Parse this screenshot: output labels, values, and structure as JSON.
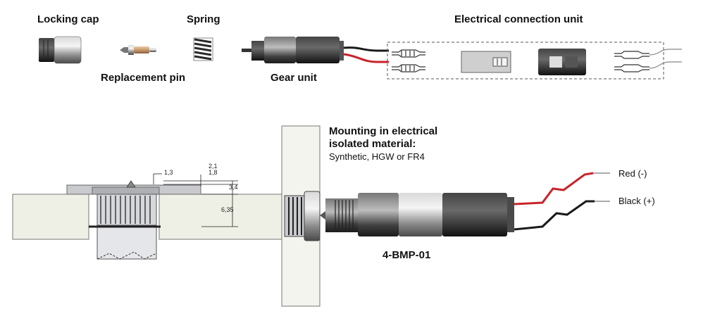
{
  "parts": {
    "locking_cap": "Locking cap",
    "spring": "Spring",
    "replacement_pin": "Replacement pin",
    "gear_unit": "Gear unit",
    "electrical_connection_unit": "Electrical connection unit"
  },
  "cross_section": {
    "dim_1": "1,3",
    "dim_2a": "2,1",
    "dim_2b": "1,8",
    "dim_3": "3,4",
    "dim_4": "6,35"
  },
  "mounting": {
    "title_line1": "Mounting in electrical",
    "title_line2": "isolated material:",
    "materials": "Synthetic, HGW or FR4",
    "red_wire": "Red (-)",
    "black_wire": "Black (+)",
    "model": "4-BMP-01"
  },
  "colors": {
    "red_wire": "#c8232b",
    "black_wire": "#1a1a1a",
    "metal": "#8a8a8a",
    "dark_metal": "#3a3a3a"
  }
}
